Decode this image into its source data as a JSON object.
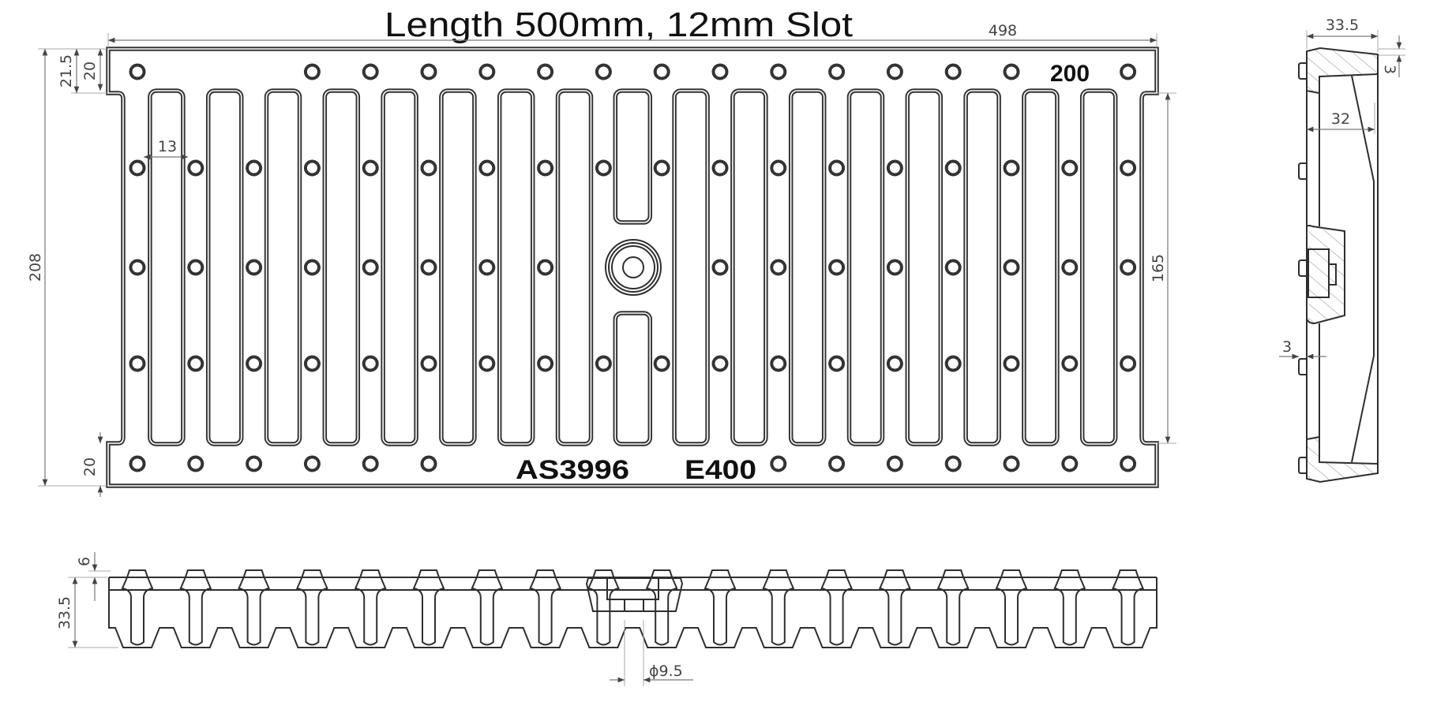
{
  "title": "Length 500mm, 12mm Slot",
  "plan_view": {
    "markings": {
      "size": "200",
      "standard": "AS3996",
      "load_class": "E400"
    },
    "dimensions": {
      "length": "498",
      "width": "208",
      "edge_top": "21.5",
      "edge_top_inner": "20",
      "edge_bottom": "20",
      "hole_spacing": "13",
      "recess_length": "165"
    }
  },
  "end_view": {
    "dimensions": {
      "depth": "33.5",
      "top_step": "3",
      "inner_width": "32",
      "lug": "3"
    }
  },
  "section_view": {
    "dimensions": {
      "lug_height": "6",
      "depth": "33.5",
      "bolt_diameter": "ϕ9.5"
    }
  },
  "colors": {
    "line": "#333333",
    "dimension": "#777777",
    "text": "#111111",
    "background": "#ffffff"
  }
}
